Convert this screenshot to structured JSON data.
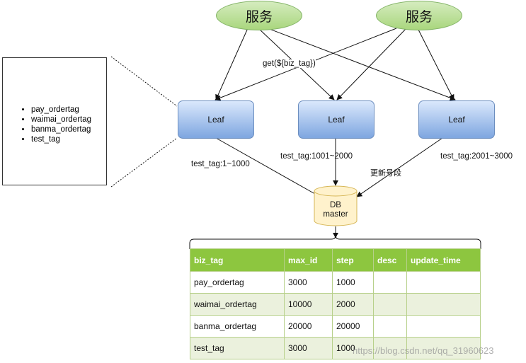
{
  "services": [
    "服务",
    "服务"
  ],
  "call_label": "get(${biz_tag})",
  "leaves": [
    "Leaf",
    "Leaf",
    "Leaf"
  ],
  "leaf_ranges": [
    "test_tag:1~1000",
    "test_tag:1001~2000",
    "test_tag:2001~3000"
  ],
  "update_label": "更新号段",
  "tag_list": [
    "pay_ordertag",
    "waimai_ordertag",
    "banma_ordertag",
    "test_tag"
  ],
  "db": {
    "line1": "DB",
    "line2": "master"
  },
  "table": {
    "headers": [
      "biz_tag",
      "max_id",
      "step",
      "desc",
      "update_time"
    ],
    "rows": [
      [
        "pay_ordertag",
        "3000",
        "1000",
        "",
        ""
      ],
      [
        "waimai_ordertag",
        "10000",
        "2000",
        "",
        ""
      ],
      [
        "banma_ordertag",
        "20000",
        "20000",
        "",
        ""
      ],
      [
        "test_tag",
        "3000",
        "1000",
        "",
        ""
      ]
    ]
  },
  "watermark": "https://blog.csdn.net/qq_31960623"
}
